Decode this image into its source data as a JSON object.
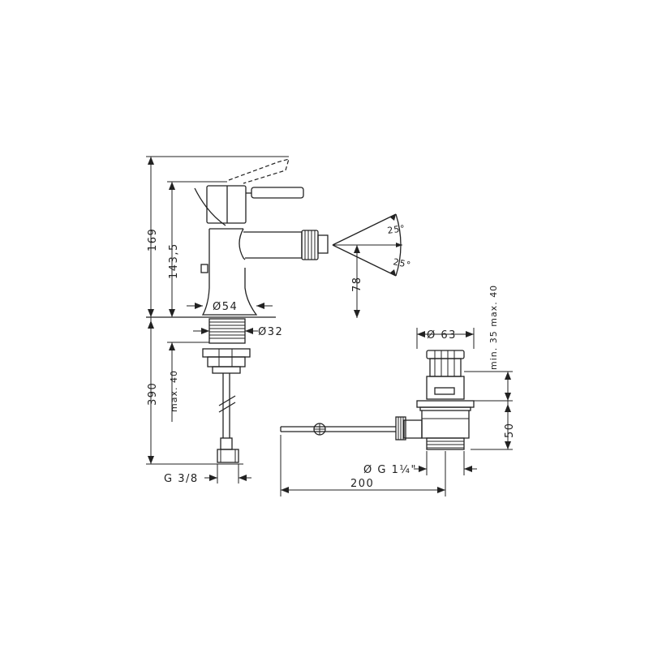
{
  "dimensions": {
    "height_total": "169",
    "height_spout": "143,5",
    "base_diameter": "Ø54",
    "shank_diameter": "Ø32",
    "shank_length": "max. 40",
    "hose_length": "390",
    "connection_thread": "G 3/8",
    "spray_angle_up": "25°",
    "spray_angle_down": "25°",
    "spout_height": "78",
    "waste_diameter": "Ø 63",
    "waste_range": "min. 35 max. 40",
    "waste_height": "50",
    "waste_thread": "Ø G 1¼\"",
    "rod_length": "200"
  }
}
